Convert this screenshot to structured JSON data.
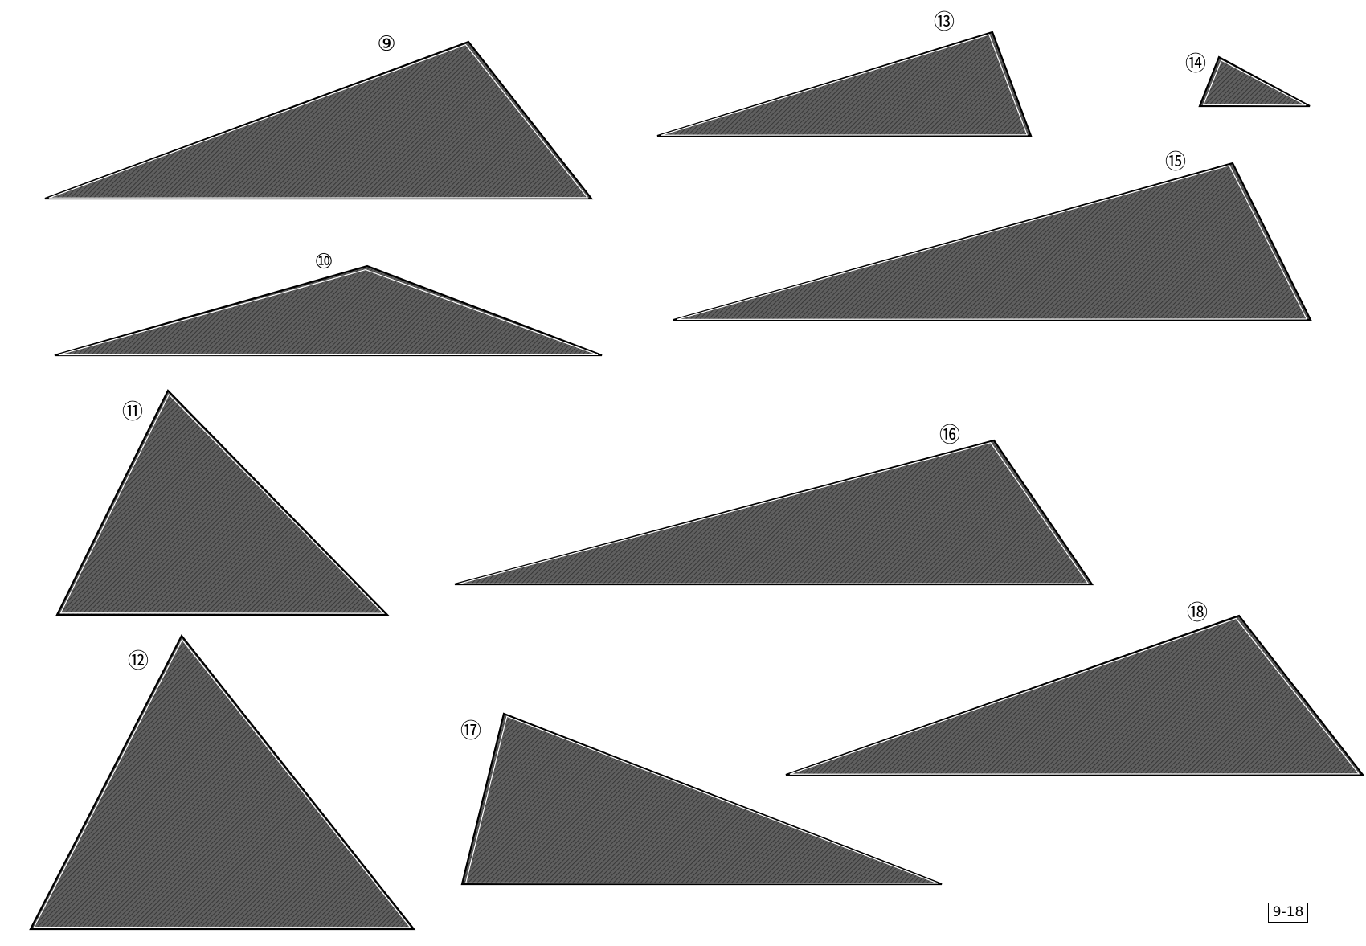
{
  "sheet_label": "9-18",
  "colors": {
    "fill": "#555555",
    "outline": "#000000",
    "inner_edge": "#ffffff",
    "background": "#ffffff"
  },
  "pieces": [
    {
      "number": "9",
      "marker": "⑨"
    },
    {
      "number": "10",
      "marker": "⑩"
    },
    {
      "number": "11",
      "marker": "⑪"
    },
    {
      "number": "12",
      "marker": "⑫"
    },
    {
      "number": "13",
      "marker": "⑬"
    },
    {
      "number": "14",
      "marker": "⑭"
    },
    {
      "number": "15",
      "marker": "⑮"
    },
    {
      "number": "16",
      "marker": "⑯"
    },
    {
      "number": "17",
      "marker": "⑰"
    },
    {
      "number": "18",
      "marker": "⑱"
    }
  ]
}
